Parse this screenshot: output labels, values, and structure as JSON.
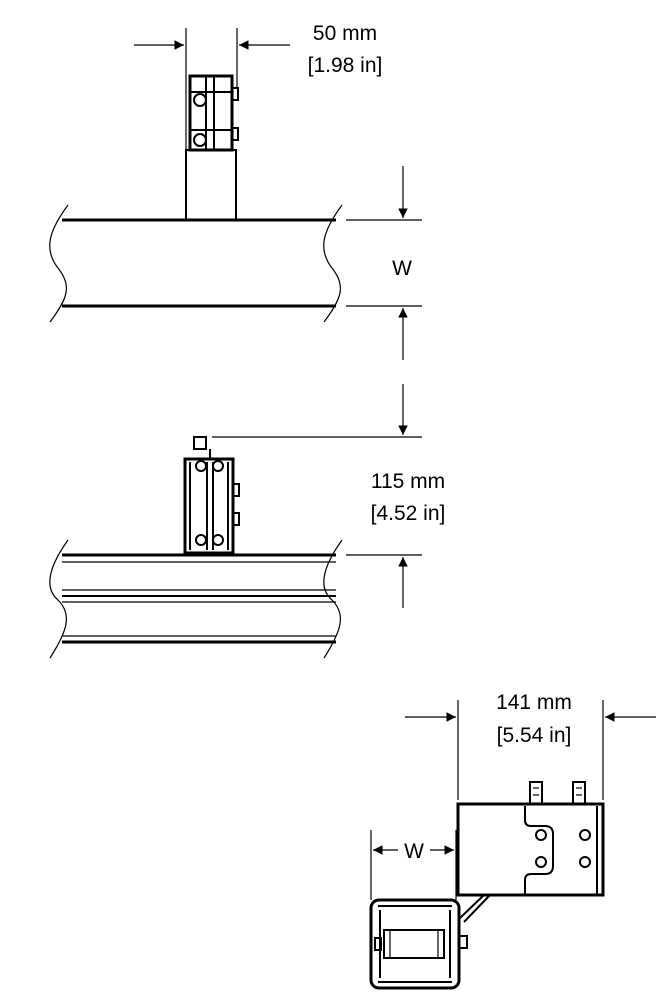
{
  "dimensions": {
    "width_top": {
      "metric": "50 mm",
      "imperial": "[1.98 in]"
    },
    "height_mid": {
      "metric": "115 mm",
      "imperial": "[4.52 in]"
    },
    "width_bottom": {
      "metric": "141 mm",
      "imperial": "[5.54 in]"
    },
    "w_label_top": "W",
    "w_label_bottom": "W"
  },
  "colors": {
    "line": "#000000",
    "background": "#ffffff"
  }
}
